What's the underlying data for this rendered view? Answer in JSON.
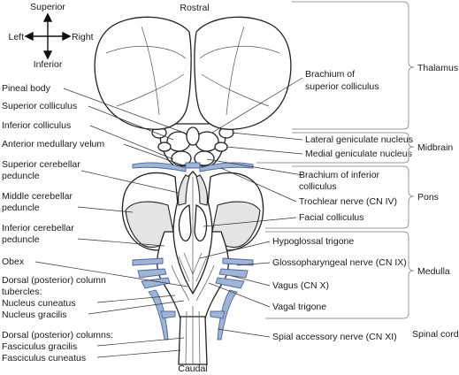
{
  "orientation": {
    "superior": "Superior",
    "inferior": "Inferior",
    "left": "Left",
    "right": "Right"
  },
  "ends": {
    "top": "Rostral",
    "bottom": "Caudal"
  },
  "left_labels": {
    "pineal_body": "Pineal body",
    "superior_colliculus": "Superior colliculus",
    "inferior_colliculus": "Inferior colliculus",
    "anterior_medullary_velum": "Anterior medullary velum",
    "superior_cerebellar_peduncle_1": "Superior cerebellar",
    "superior_cerebellar_peduncle_2": "peduncle",
    "middle_cerebellar_peduncle_1": "Middle cerebellar",
    "middle_cerebellar_peduncle_2": "peduncle",
    "inferior_cerebellar_peduncle_1": "Inferior cerebellar",
    "inferior_cerebellar_peduncle_2": "peduncle",
    "obex": "Obex",
    "column_tubercles_1": "Dorsal (posterior) column",
    "column_tubercles_2": "tubercles:",
    "nucleus_cuneatus": "Nucleus cuneatus",
    "nucleus_gracilis": "Nucleus gracilis",
    "dorsal_columns": "Dorsal (posterior) columns:",
    "fasciculus_gracilis": "Fasciculus gracilis",
    "fasciculus_cuneatus": "Fasciculus cuneatus"
  },
  "right_labels": {
    "brachium_superior_1": "Brachium of",
    "brachium_superior_2": "superior colliculus",
    "lateral_geniculate": "Lateral geniculate nucleus",
    "medial_geniculate": "Medial geniculate nucleus",
    "brachium_inferior_1": "Brachium of inferior",
    "brachium_inferior_2": "colliculus",
    "trochlear_nerve": "Trochlear nerve (CN IV)",
    "facial_colliculus": "Facial colliculus",
    "hypoglossal_trigone": "Hypoglossal trigone",
    "glossopharyngeal_nerve": "Glossopharyngeal nerve (CN IX)",
    "vagus": "Vagus (CN X)",
    "vagal_trigone": "Vagal trigone",
    "spinal_accessory": "Spial accessory nerve (CN XI)"
  },
  "regions": {
    "thalamus": "Thalamus",
    "midbrain": "Midbrain",
    "pons": "Pons",
    "medulla": "Medulla",
    "spinal_cord": "Spinal cord"
  },
  "colors": {
    "shade": "#e4e4e4",
    "nerve_blue": "#9fb4d6",
    "brace_gray": "#9a9a9a"
  }
}
